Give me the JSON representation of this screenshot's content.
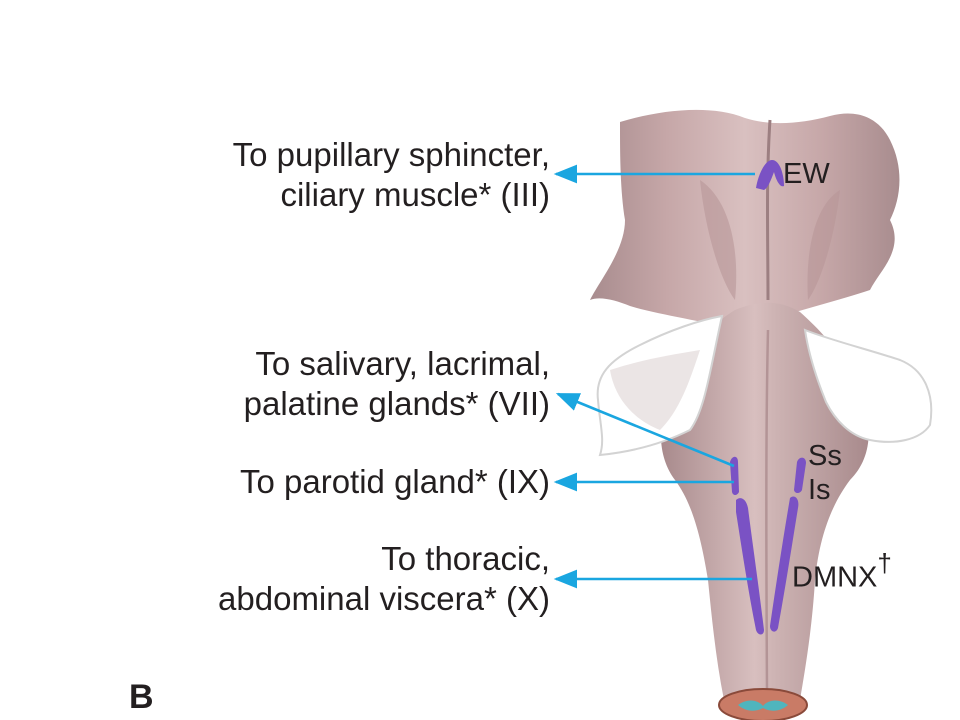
{
  "labels": {
    "pupil_line1": "To pupillary sphincter,",
    "pupil_line2": "ciliary muscle* (III)",
    "saliv_line1": "To salivary, lacrimal,",
    "saliv_line2": "palatine glands* (VII)",
    "parotid": "To parotid gland* (IX)",
    "thoracic_line1": "To thoracic,",
    "thoracic_line2": "abdominal viscera* (X)"
  },
  "nuclei": {
    "ew": "EW",
    "ss": "Ss",
    "is": "Is",
    "dmnx": "DMNX",
    "dmnx_mark": "†"
  },
  "panel_label": "B",
  "colors": {
    "brainstem": "#c9a9aa",
    "nucleus": "#7a52c4",
    "arrow": "#1aa6e0",
    "cut_surface": "#c97b66",
    "central_canal": "#4fb5bd"
  }
}
